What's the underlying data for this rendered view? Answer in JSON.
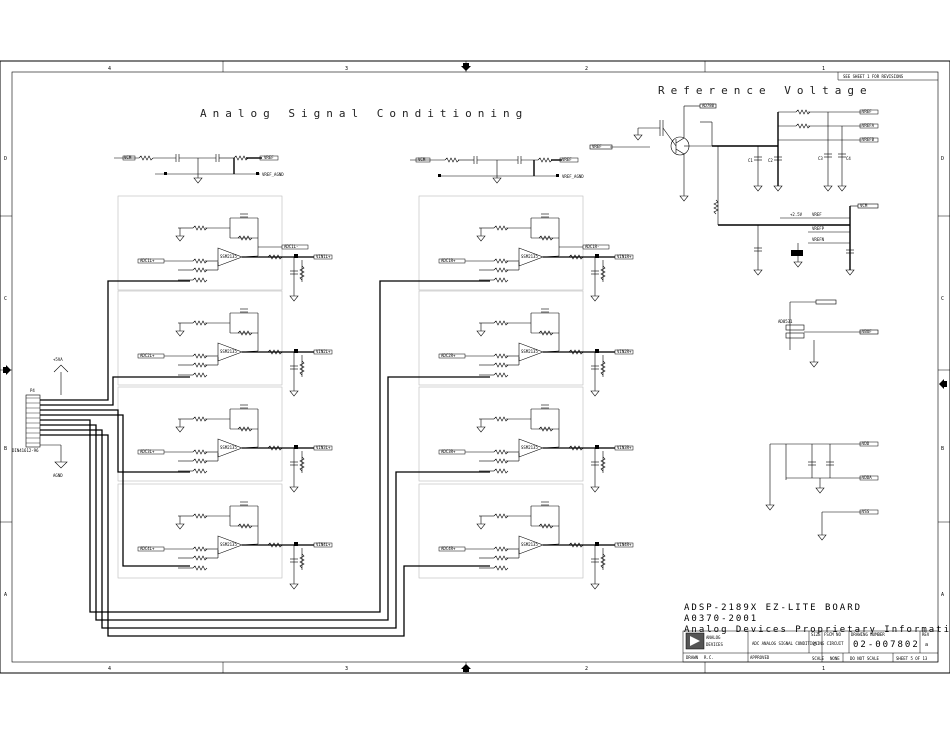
{
  "border": {
    "zones_top": [
      "4",
      "3",
      "2",
      "1"
    ],
    "zones_bottom": [
      "4",
      "3",
      "2",
      "1"
    ],
    "zones_left": [
      "D",
      "C",
      "B",
      "A"
    ],
    "zones_right": [
      "D",
      "C",
      "B",
      "A"
    ],
    "revision_note": "SEE SHEET 1 FOR REVISIONS"
  },
  "sections": {
    "signal_title": "Analog Signal Conditioning",
    "reference_title": "Reference Voltage"
  },
  "connector": {
    "ref": "P4",
    "power": "+5VA",
    "ground": "AGND",
    "part": "DIN41612-96"
  },
  "channels": {
    "left": [
      {
        "input": "ADC1L+",
        "out": "VIN1L+",
        "in2": "ADC1L-",
        "opamp": "SSM2135"
      },
      {
        "input": "ADC2L+",
        "out": "VIN2L+",
        "opamp": "SSM2135"
      },
      {
        "input": "ADC3L+",
        "out": "VIN3L+",
        "opamp": "SSM2135"
      },
      {
        "input": "ADC4L+",
        "out": "VIN4L+",
        "opamp": "SSM2135"
      }
    ],
    "right": [
      {
        "input": "ADC1R+",
        "out": "VIN1R+",
        "in2": "ADC1R-",
        "opamp": "SSM2135"
      },
      {
        "input": "ADC2R+",
        "out": "VIN2R+",
        "opamp": "SSM2135"
      },
      {
        "input": "ADC3R+",
        "out": "VIN3R+",
        "opamp": "SSM2135"
      },
      {
        "input": "ADC4R+",
        "out": "VIN4R+",
        "opamp": "SSM2135"
      }
    ]
  },
  "top_chain": {
    "left_in": "VCM",
    "left_out": "VREF",
    "right_in": "VCM",
    "right_out": "VREF",
    "left_net": "VREF_AGND",
    "right_net": "VREF_AGND"
  },
  "reference": {
    "input": "VREF",
    "device": "AD780",
    "outputs": [
      "VREF",
      "VREFA",
      "VREFB"
    ],
    "ref_mid": "+2.5V",
    "ref_mid_label": "VREF",
    "net_p": "VREFP",
    "net_n": "VREFN",
    "ic_label": "AD8531",
    "buf_out": "VBUF",
    "caps": [
      "C1",
      "C2",
      "C3",
      "C4"
    ],
    "power_out": "VCM"
  },
  "bottom_right_nets": [
    "VDD",
    "VDDA",
    "VSS"
  ],
  "title_block": {
    "board": "ADSP-2189X EZ-LITE BOARD",
    "doc": "A0370-2001",
    "company": "Analog Devices Proprietary Information",
    "logo_line1": "ANALOG",
    "logo_line2": "DEVICES",
    "sheet_title": "ADC ANALOG SIGNAL CONDITIONING CIRCUIT",
    "size_label": "SIZE",
    "size": "C",
    "fscm_label": "FSCM NO",
    "drawing_label": "DRAWING NUMBER",
    "drawing": "02-007802",
    "rev_label": "REV",
    "rev": "a",
    "scale_label": "SCALE",
    "scale": "NONE",
    "dns": "DO NOT SCALE",
    "sheet": "SHEET 5 OF 13",
    "drawn_label": "DRAWN",
    "drawn_by": "R.C.",
    "approved_label": "APPROVED"
  }
}
